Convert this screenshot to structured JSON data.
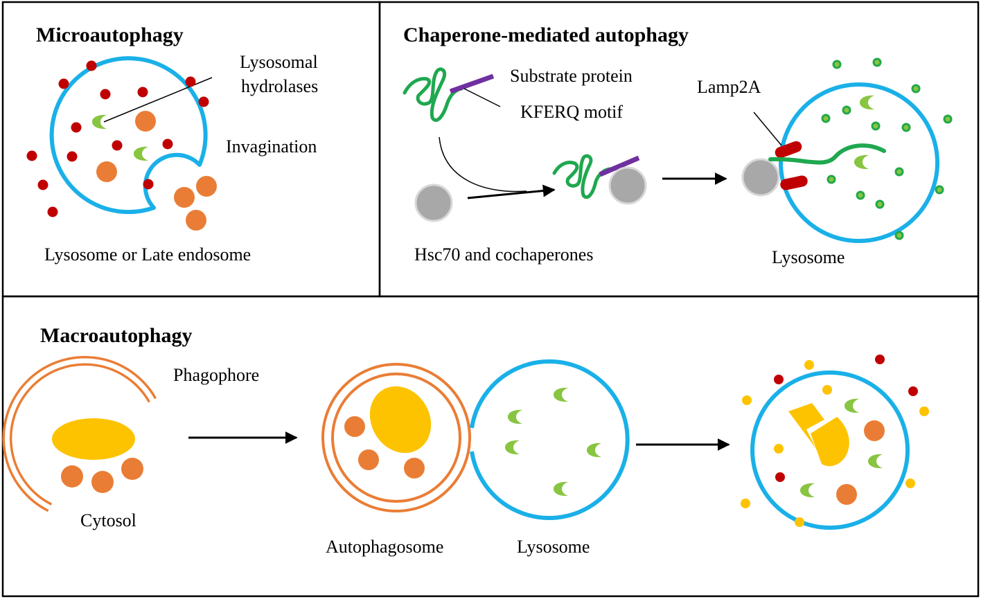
{
  "colors": {
    "lysosome": "#1ab0e8",
    "hydrolase": "#88c540",
    "cargo_orange": "#ea7d35",
    "cargo_yellow": "#fdc300",
    "red_dot": "#c00000",
    "green_dot": "#22a84a",
    "protein_green": "#1fa84f",
    "motif_purple": "#7030a0",
    "chaperone_gray": "#a8a8a8",
    "lamp2a_red": "#c00000",
    "outline": "#000000"
  },
  "micro": {
    "title": "Microautophagy",
    "hydrolases_label_line1": "Lysosomal",
    "hydrolases_label_line2": "hydrolases",
    "invagination_label": "Invagination",
    "bottom_label": "Lysosome or Late endosome"
  },
  "cma": {
    "title": "Chaperone-mediated autophagy",
    "substrate_label": "Substrate protein",
    "kferq_label": "KFERQ motif",
    "hsc70_label": "Hsc70 and cochaperones",
    "lamp2a_label": "Lamp2A",
    "lysosome_label": "Lysosome"
  },
  "macro": {
    "title": "Macroautophagy",
    "phagophore_label": "Phagophore",
    "cytosol_label": "Cytosol",
    "autophagosome_label": "Autophagosome",
    "lysosome_label": "Lysosome"
  }
}
